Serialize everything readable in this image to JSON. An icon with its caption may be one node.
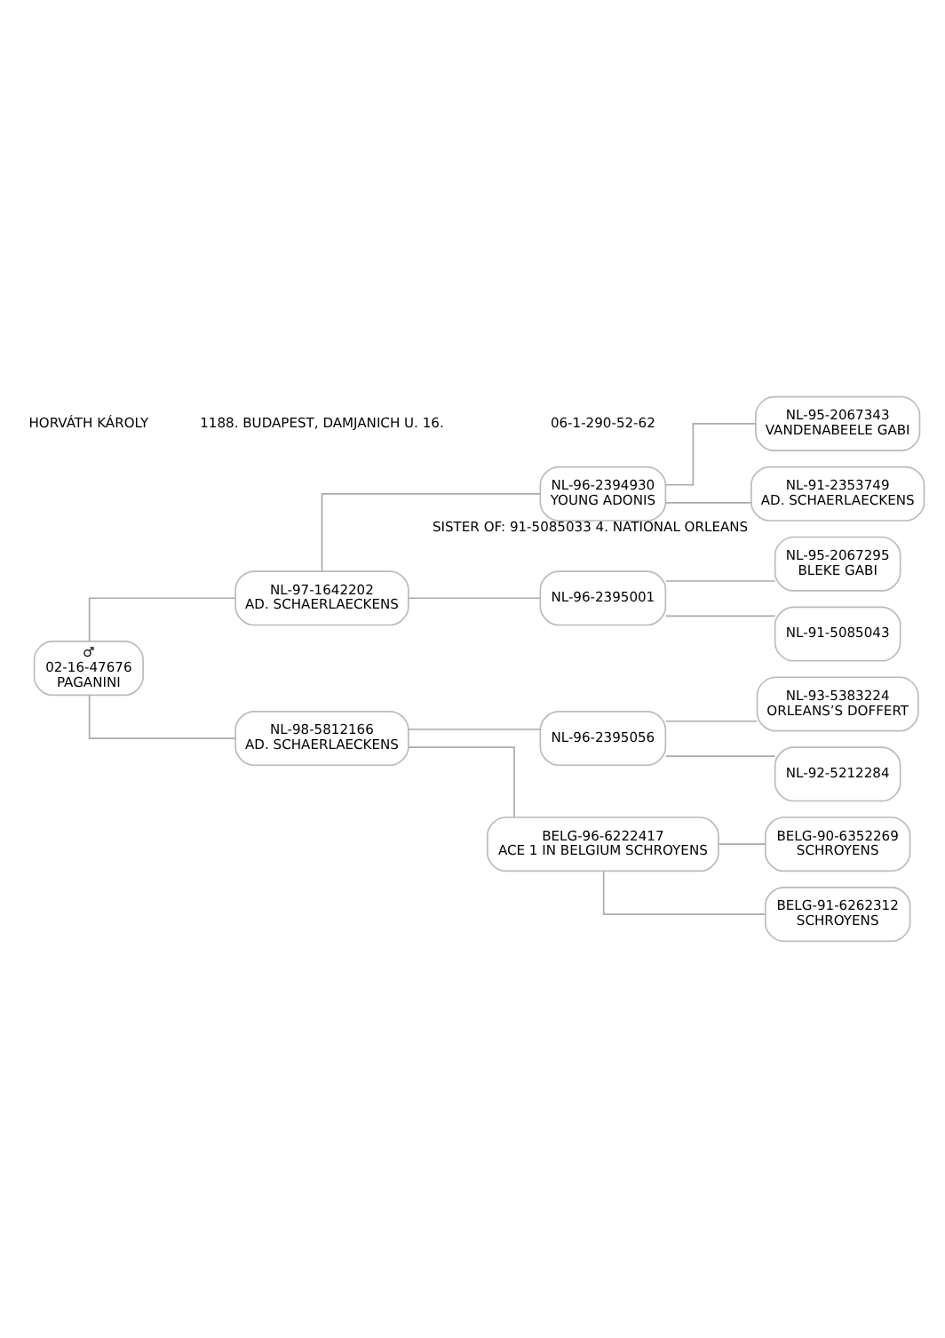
{
  "diagram": {
    "nodes": [
      {
        "text": [
          "♂",
          "02-16-47676",
          "PAGANINI"
        ]
      },
      {
        "text": [
          "NL-97-1642202",
          "AD. SCHAERLAECKENS"
        ]
      },
      {
        "text": [
          "NL-96-2394930",
          "YOUNG ADONIS"
        ]
      },
      {
        "text": [
          "NL-95-2067343",
          "VANDENABEELE GABI"
        ]
      },
      {
        "text": [
          "NL-91-2353749",
          "AD. SCHAERLAECKENS"
        ],
        "beside": [
          "SISTER OF: 91-5085033 4. NATIONAL ORLEANS"
        ]
      },
      {
        "text": [
          "NL-96-2395001"
        ]
      },
      {
        "text": [
          "NL-95-2067295",
          "BLEKE GABI"
        ]
      },
      {
        "text": [
          "NL-91-5085043"
        ]
      },
      {
        "text": [
          "NL-98-5812166",
          "AD. SCHAERLAECKENS"
        ]
      },
      {
        "text": [
          "NL-96-2395056"
        ]
      },
      {
        "text": [
          "NL-93-5383224",
          "ORLEANS’S DOFFERT"
        ]
      },
      {
        "text": [
          "NL-92-5212284"
        ]
      },
      {
        "text": [
          "BELG-96-6222417",
          "ACE 1 IN BELGIUM SCHROYENS"
        ]
      },
      {
        "text": [
          "BELG-90-6352269",
          "SCHROYENS"
        ]
      },
      {
        "text": [
          "BELG-91-6262312",
          "SCHROYENS"
        ]
      }
    ],
    "edges": [
      {
        "from": 0,
        "to": 1,
        "arrow": "none"
      },
      {
        "from": 1,
        "to": 2,
        "arrow": "none"
      },
      {
        "from": 2,
        "to": 3,
        "arrow": "none"
      },
      {
        "from": 2,
        "to": 4,
        "arrow": "none"
      },
      {
        "from": 1,
        "to": 5,
        "arrow": "none"
      },
      {
        "from": 5,
        "to": 6,
        "arrow": "none"
      },
      {
        "from": 5,
        "to": 7,
        "arrow": "none"
      },
      {
        "from": 0,
        "to": 8,
        "arrow": "none"
      },
      {
        "from": 8,
        "to": 9,
        "arrow": "none"
      },
      {
        "from": 9,
        "to": 10,
        "arrow": "none"
      },
      {
        "from": 9,
        "to": 11,
        "arrow": "none"
      },
      {
        "from": 8,
        "to": 12,
        "arrow": "none"
      },
      {
        "from": 12,
        "to": 13,
        "arrow": "none"
      },
      {
        "from": 12,
        "to": 14,
        "arrow": "none"
      }
    ],
    "labels": [
      "HORVÁTH KÁROLY",
      "1188. BUDAPEST, DAMJANICH U. 16.",
      "06-1-290-52-62"
    ]
  }
}
